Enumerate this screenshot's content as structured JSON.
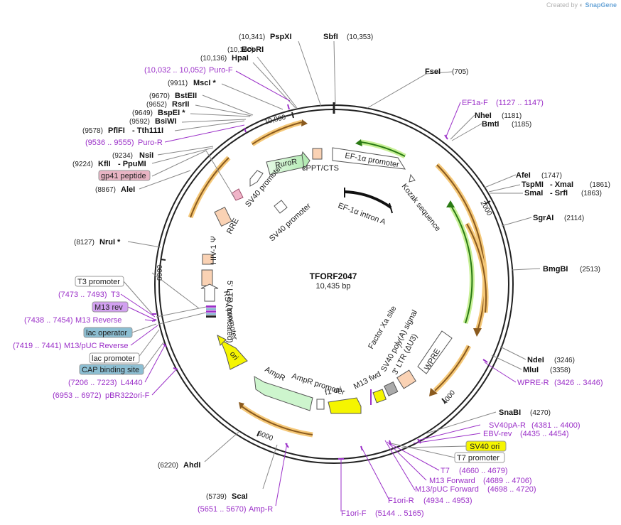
{
  "brand": {
    "created_by": "Created by",
    "name": "SnapGene"
  },
  "plasmid": {
    "name": "TFORF2047",
    "length": "10,435 bp"
  },
  "ticks": [
    "10,000",
    "2000",
    "4000",
    "6000",
    "8000"
  ],
  "sites": {
    "pspxi": {
      "pos": "(10,341)",
      "name": "PspXI"
    },
    "sbfi": {
      "name": "SbfI",
      "pos": "(10,353)"
    },
    "ecori": {
      "pos": "(10,140)",
      "name": "EcoRI"
    },
    "hpai": {
      "pos": "(10,136)",
      "name": "HpaI"
    },
    "purof": {
      "range": "(10,032 .. 10,052)",
      "name": "Puro-F"
    },
    "msci": {
      "pos": "(9911)",
      "name": "MscI *"
    },
    "bsteii": {
      "pos": "(9670)",
      "name": "BstEII"
    },
    "rsrii": {
      "pos": "(9652)",
      "name": "RsrII"
    },
    "bspei": {
      "pos": "(9649)",
      "name": "BspEI *"
    },
    "bsiwi": {
      "pos": "(9592)",
      "name": "BsiWI"
    },
    "pflfi": {
      "pos": "(9578)",
      "name": "PflFI",
      "alt": "- Tth111I"
    },
    "puror": {
      "range": "(9536 .. 9555)",
      "name": "Puro-R"
    },
    "nsii": {
      "pos": "(9234)",
      "name": "NsiI"
    },
    "kfli": {
      "pos": "(9224)",
      "name": "KflI",
      "alt": "- PpuMI"
    },
    "alei": {
      "pos": "(8867)",
      "name": "AleI"
    },
    "nrui": {
      "pos": "(8127)",
      "name": "NruI *"
    },
    "fsei": {
      "name": "FseI",
      "pos": "(705)"
    },
    "ef1af": {
      "name": "EF1a-F",
      "range": "(1127 .. 1147)"
    },
    "nhei": {
      "name": "NheI",
      "pos": "(1181)"
    },
    "bmti": {
      "name": "BmtI",
      "pos": "(1185)"
    },
    "afei": {
      "name": "AfeI",
      "pos": "(1747)"
    },
    "tspmi": {
      "name": "TspMI",
      "alt": "- XmaI",
      "pos": "(1861)"
    },
    "smai": {
      "name": "SmaI",
      "alt": "- SrfI",
      "pos": "(1863)"
    },
    "sgrai": {
      "name": "SgrAI",
      "pos": "(2114)"
    },
    "bmgbi": {
      "name": "BmgBI",
      "pos": "(2513)"
    },
    "ndei": {
      "name": "NdeI",
      "pos": "(3246)"
    },
    "mlui": {
      "name": "MluI",
      "pos": "(3358)"
    },
    "wprer": {
      "name": "WPRE-R",
      "range": "(3426 .. 3446)"
    },
    "snabi": {
      "name": "SnaBI",
      "pos": "(4270)"
    },
    "sv40par": {
      "name": "SV40pA-R",
      "range": "(4381 .. 4400)"
    },
    "ebvrev": {
      "name": "EBV-rev",
      "range": "(4435 .. 4454)"
    },
    "t7": {
      "name": "T7",
      "range": "(4660 .. 4679)"
    },
    "m13fwd": {
      "name": "M13 Forward",
      "range": "(4689 .. 4706)"
    },
    "m13puc": {
      "name": "M13/pUC Forward",
      "range": "(4698 .. 4720)"
    },
    "f1orir": {
      "name": "F1ori-R",
      "range": "(4934 .. 4953)"
    },
    "f1orif": {
      "name": "F1ori-F",
      "range": "(5144 .. 5165)"
    },
    "scai": {
      "pos": "(5739)",
      "name": "ScaI"
    },
    "ampr_p": {
      "range": "(5651 .. 5670)",
      "name": "Amp-R"
    },
    "ahdi": {
      "pos": "(6220)",
      "name": "AhdI"
    },
    "t3": {
      "range": "(7473 .. 7493)",
      "name": "T3"
    },
    "m13rev_p": {
      "range": "(7438 .. 7454)",
      "name": "M13 Reverse"
    },
    "m13pucrev": {
      "range": "(7419 .. 7441)",
      "name": "M13/pUC Reverse"
    },
    "l4440": {
      "range": "(7206 .. 7223)",
      "name": "L4440"
    },
    "pbr322": {
      "range": "(6953 .. 6972)",
      "name": "pBR322ori-F"
    }
  },
  "boxes": {
    "gp41": "gp41 peptide",
    "t3promoter": "T3 promoter",
    "m13rev": "M13 rev",
    "lacop": "lac operator",
    "lacpromoter": "lac promoter",
    "capsite": "CAP binding site",
    "sv40ori": "SV40 ori",
    "t7promoter": "T7 promoter"
  },
  "features": {
    "puror": "PuroR",
    "cppt": "cPPT/CTS",
    "ef1promoter": "EF-1α promoter",
    "kozak": "Kozak sequence",
    "ef1intron": "EF-1α intron A",
    "sv40promoter_a": "SV40 promoter",
    "sv40promoter_b": "SV40 promoter",
    "rre": "RRE",
    "hiv": "HIV-1 Ψ",
    "ltr5": "5' LTR (truncated)",
    "rsv": "RSV promoter",
    "ori": "ori",
    "ampr": "AmpR",
    "amprpromoter": "AmpR promoter",
    "f1ori": "f1 ori",
    "m13fwd": "M13 fwd",
    "ltr3": "3' LTR (ΔU3)",
    "sv40polya": "SV40 poly(A) signal",
    "wpre": "WPRE",
    "factorxa": "Factor Xa site"
  },
  "colors": {
    "backbone": "#222222",
    "primer": "#9b30c8",
    "orf_orange": "#f0a030",
    "orf_green": "#8cc83c",
    "promoter_green": "#cdf5cd",
    "ori_yellow": "#f5f500",
    "ltr_peach": "#fad2b4"
  }
}
